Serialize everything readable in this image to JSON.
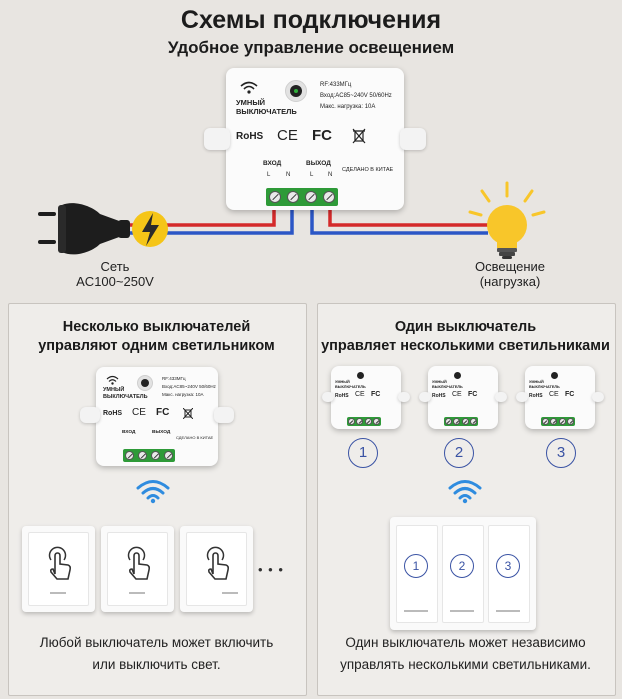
{
  "header": {
    "title": "Схемы подключения",
    "subtitle": "Удобное управление освещением"
  },
  "device": {
    "name_line1": "УМНЫЙ",
    "name_line2": "ВЫКЛЮЧАТЕЛЬ",
    "spec_rf": "RF:433МГц",
    "spec_input": "Вход:AC85~240V 50/60Hz",
    "spec_load": "Макс. нагрузка: 10A",
    "cert_rohs": "RoHS",
    "cert_ce": "CE",
    "cert_fc": "FC",
    "label_in": "ВХОД",
    "label_out": "ВЫХОД",
    "made_in": "СДЕЛАНО В КИТАЕ",
    "pin_l": "L",
    "pin_n": "N"
  },
  "wiring": {
    "mains_line1": "Сеть",
    "mains_line2": "AC100~250V",
    "load_line1": "Освещение",
    "load_line2": "(нагрузка)"
  },
  "left_panel": {
    "title_line1": "Несколько выключателей",
    "title_line2": "управляют одним светильником",
    "ellipsis": "• • •",
    "caption_line1": "Любой выключатель может включить",
    "caption_line2": "или выключить свет."
  },
  "right_panel": {
    "title_line1": "Один выключатель",
    "title_line2": "управляет несколькими светильниками",
    "numbers": [
      "1",
      "2",
      "3"
    ],
    "caption_line1": "Один выключатель может независимо",
    "caption_line2": "управлять несколькими светильниками."
  },
  "colors": {
    "background": "#e8e5e1",
    "wire_red": "#d42a2a",
    "wire_blue": "#2b56c6",
    "terminal_green": "#2e9a38",
    "wifi_blue": "#2f8cdf",
    "number_blue": "#3a53a4",
    "bolt_yellow": "#f5c518",
    "bulb_yellow": "#f8c62a"
  },
  "icons": [
    "wifi-icon",
    "lightning-bolt-icon",
    "light-bulb-icon",
    "touch-hand-icon",
    "power-plug-icon",
    "rohs-mark",
    "ce-mark",
    "fc-mark",
    "waste-bin-icon"
  ]
}
